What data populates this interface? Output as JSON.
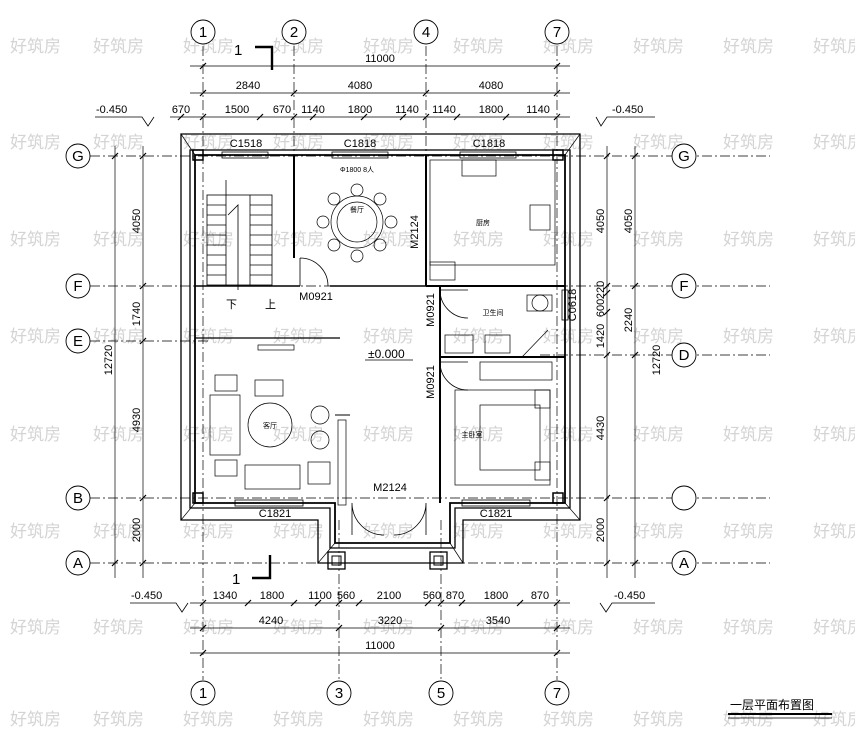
{
  "title": "一层平面布置图",
  "watermark": "好筑房",
  "axes": {
    "vertical": [
      "1",
      "2",
      "4",
      "7",
      "1",
      "3",
      "5",
      "7"
    ],
    "horizontal": [
      "G",
      "F",
      "E",
      "B",
      "A",
      "G",
      "F",
      "D",
      "A"
    ]
  },
  "dims": {
    "top_total": "11000",
    "top_mid": [
      "2840",
      "4080",
      "4080"
    ],
    "top_detail": [
      "670",
      "1500",
      "670",
      "1140",
      "1800",
      "1140",
      "1140",
      "1800",
      "1140"
    ],
    "bottom_detail": [
      "1340",
      "1800",
      "1100",
      "560",
      "2100",
      "560",
      "870",
      "1800",
      "870"
    ],
    "bottom_mid": [
      "4240",
      "3220",
      "3540"
    ],
    "bottom_total": "11000",
    "left_mid": [
      "4050",
      "1740",
      "4930",
      "2000"
    ],
    "left_total": "12720",
    "right_inner": [
      "4050",
      "220",
      "600",
      "1420",
      "4430",
      "2000"
    ],
    "right_outer": [
      "4050",
      "2240",
      "12720"
    ]
  },
  "levels": {
    "nw": "-0.450",
    "ne": "-0.450",
    "sw": "-0.450",
    "se": "-0.450",
    "floor": "±0.000"
  },
  "section_mark": "1",
  "windows": [
    "C1518",
    "C1818",
    "C1818",
    "C1821",
    "C1821",
    "C0618"
  ],
  "doors": [
    "M2124",
    "M0921",
    "M0921",
    "M0921",
    "M2124"
  ],
  "stair": {
    "down": "下",
    "up": "上"
  },
  "rooms": {
    "dining_note": "Φ1800 8人",
    "dining": "餐厅",
    "kitchen": "厨房",
    "bath": "卫生间",
    "bedroom": "主卧室",
    "living": "客厅"
  }
}
